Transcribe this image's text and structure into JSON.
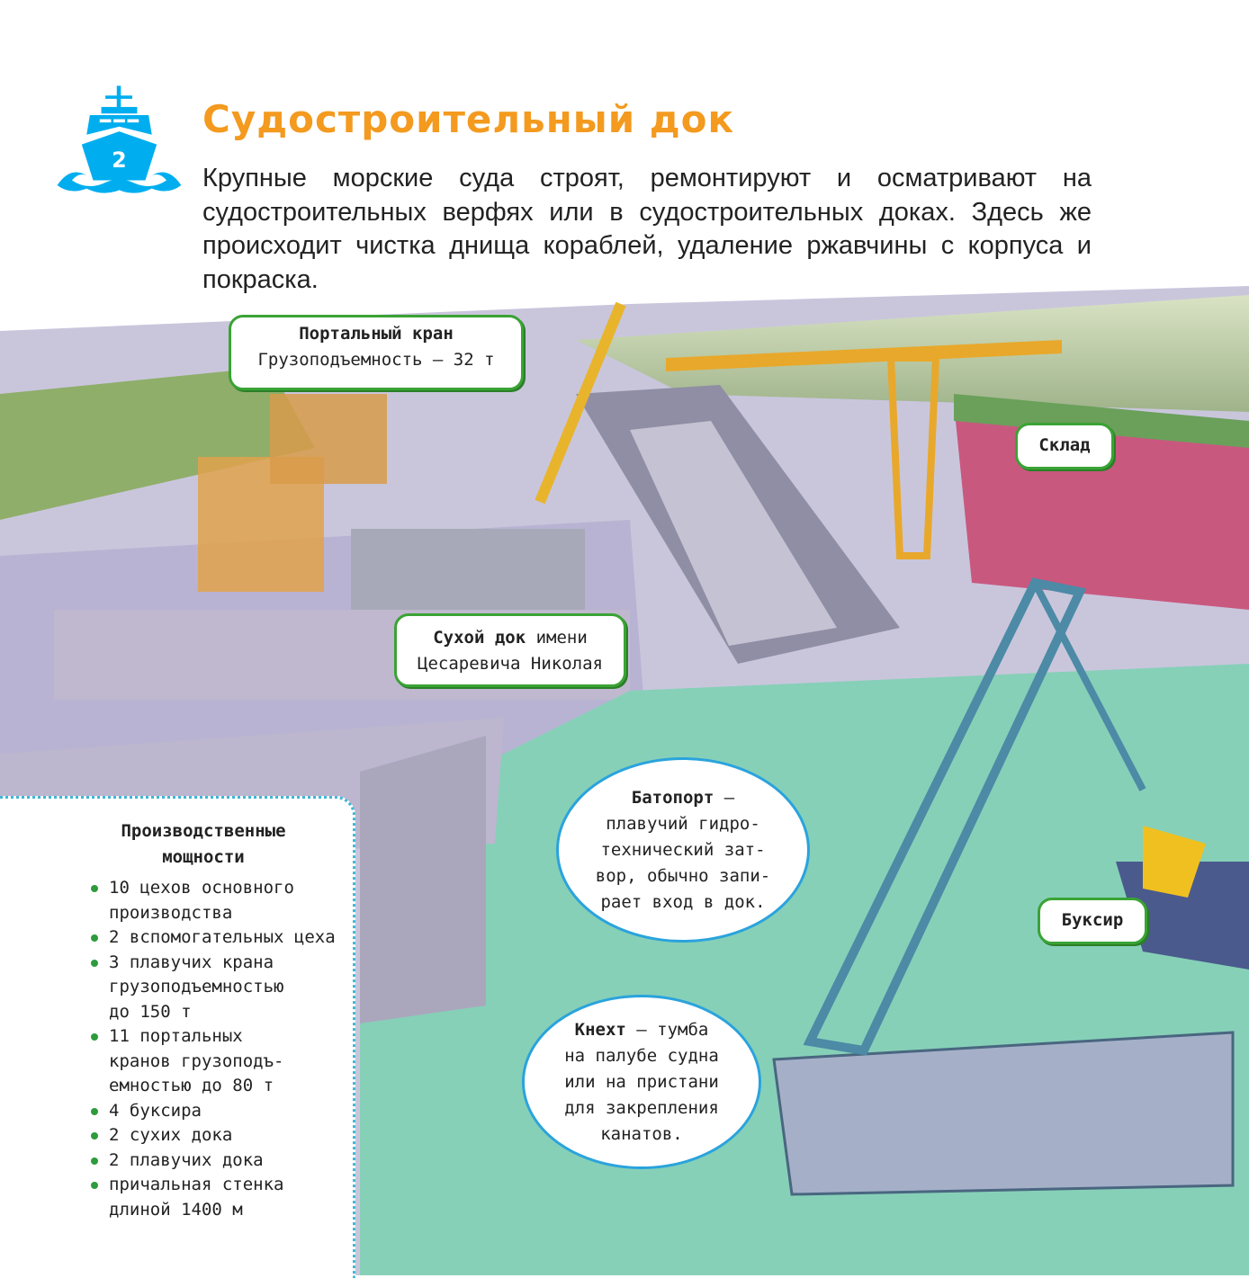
{
  "header": {
    "chapter_number": "2",
    "title": "Судостроительный док",
    "intro": "Крупные морские суда строят, ремонтируют и осматривают на судостроительных верфях или в судостроительных доках. Здесь же происходит чистка днища кораблей, удаление ржавчины с корпуса и покраска."
  },
  "colors": {
    "title": "#f39a1f",
    "icon": "#00aeef",
    "callout_box_border": "#3aa335",
    "callout_oval_border": "#2aa3dd",
    "water": "#7fcfb8"
  },
  "callouts": {
    "portal_crane": {
      "title": "Портальный кран",
      "text": "Грузоподъемность — 32 т"
    },
    "warehouse": {
      "title": "Склад"
    },
    "dry_dock": {
      "title": "Сухой док",
      "text1": "имени",
      "text2": "Цесаревича Николая"
    },
    "caisson": {
      "title": "Батопорт",
      "lines": [
        "—",
        "плавучий гидро-",
        "технический зат-",
        "вор, обычно запи-",
        "рает вход в док."
      ]
    },
    "tug": {
      "title": "Буксир"
    },
    "bollard": {
      "title": "Кнехт",
      "lines": [
        "— тумба",
        "на палубе судна",
        "или на пристани",
        "для закрепления",
        "канатов."
      ]
    }
  },
  "facts": {
    "title_line1": "Производственные",
    "title_line2": "мощности",
    "items": [
      "10 цехов основного производства",
      "2 вспомогательных цеха",
      "3 плавучих крана грузоподъемностью до 150 т",
      "11 портальных кранов грузоподъ-емностью до 80 т",
      "4 буксира",
      "2 сухих дока",
      "2 плавучих дока",
      "причальная стенка длиной 1400 м"
    ]
  }
}
